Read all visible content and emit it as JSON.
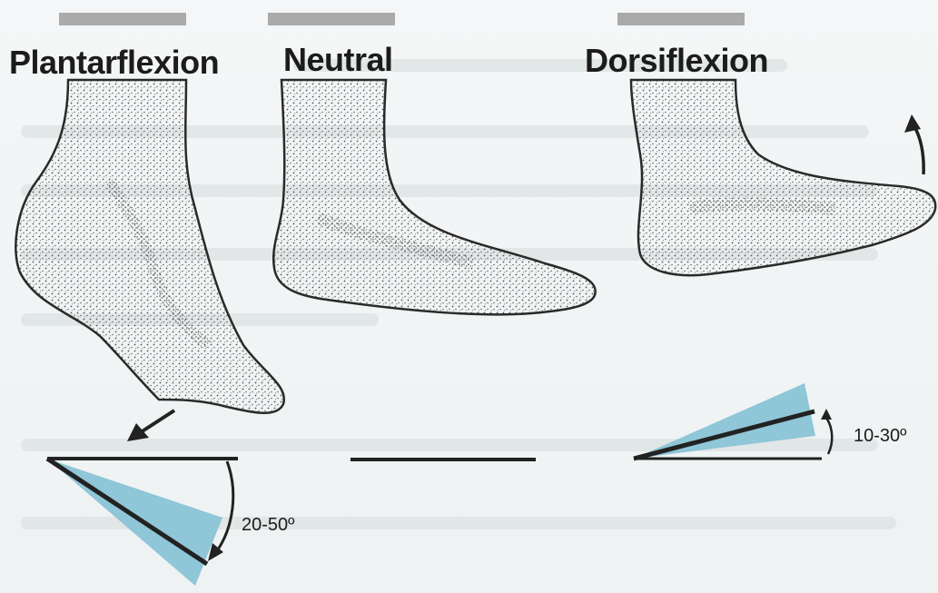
{
  "labels": {
    "plantarflexion": "Plantarflexion",
    "neutral": "Neutral",
    "dorsiflexion": "Dorsiflexion"
  },
  "angles": {
    "plantarflexion_range": "20-50º",
    "dorsiflexion_range": "10-30º"
  },
  "colors": {
    "stipple": "#5c5c5c",
    "outline": "#2a2a2a",
    "wedge": "#8fc6d8",
    "line": "#222222",
    "background": "#f3f6f6",
    "faint_text": "#d6dcdc"
  },
  "icons": {
    "plantarflexion_arrow": "arrow-down-left-icon",
    "dorsiflexion_arrow": "arrow-up-curved-icon"
  }
}
